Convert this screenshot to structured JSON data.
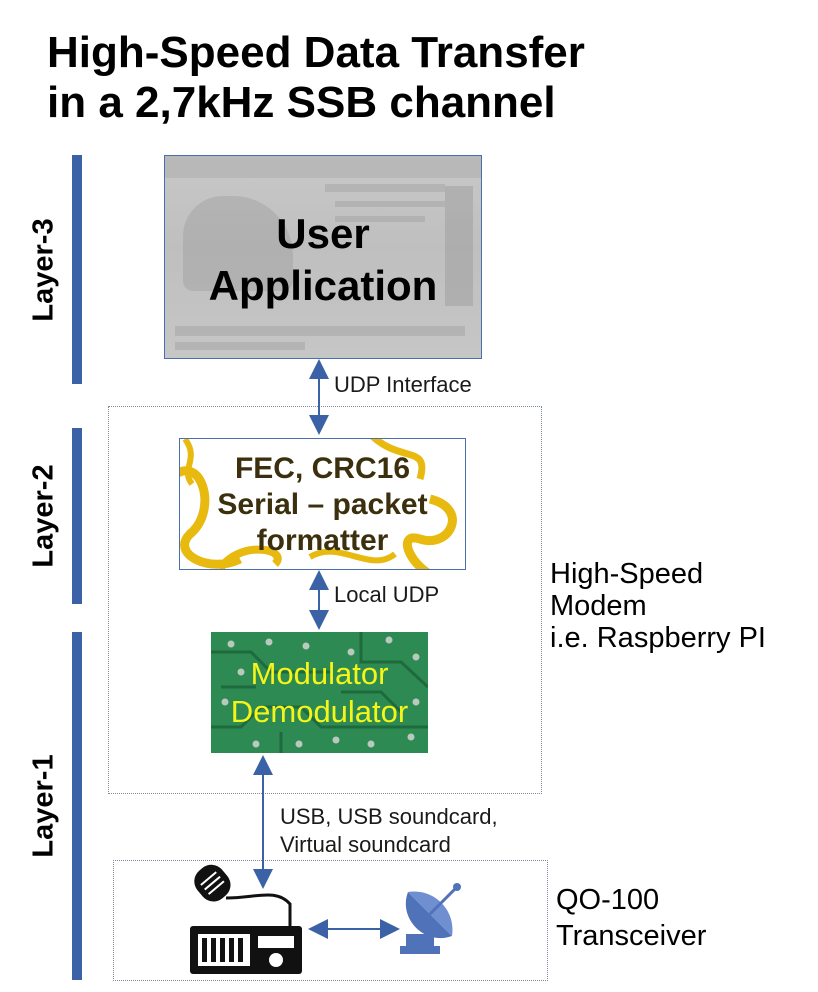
{
  "title": {
    "line1": "High-Speed Data Transfer",
    "line2": "in a 2,7kHz SSB channel"
  },
  "layers": {
    "layer3": "Layer-3",
    "layer2": "Layer-2",
    "layer1": "Layer-1"
  },
  "blocks": {
    "user_app": {
      "line1": "User",
      "line2": "Application"
    },
    "fec": {
      "line1": "FEC, CRC16",
      "line2": "Serial – packet",
      "line3": "formatter"
    },
    "modem": {
      "line1": "Modulator",
      "line2": "Demodulator"
    }
  },
  "connections": {
    "udp_interface": "UDP Interface",
    "local_udp": "Local UDP",
    "usb_line1": "USB, USB soundcard,",
    "usb_line2": "Virtual soundcard"
  },
  "groups": {
    "modem": {
      "line1": "High-Speed",
      "line2": "Modem",
      "line3": "i.e. Raspberry PI"
    },
    "transceiver": {
      "line1": "QO-100",
      "line2": "Transceiver"
    }
  },
  "icons": [
    "radio-transceiver-icon",
    "satellite-dish-icon"
  ],
  "colors": {
    "layer_bar": "#3b62a6",
    "arrow": "#3b62a6",
    "modem_fill": "#2d8a53",
    "modem_text": "#f5f519",
    "fec_swirl": "#e8b90e",
    "dish": "#4f72b8"
  }
}
